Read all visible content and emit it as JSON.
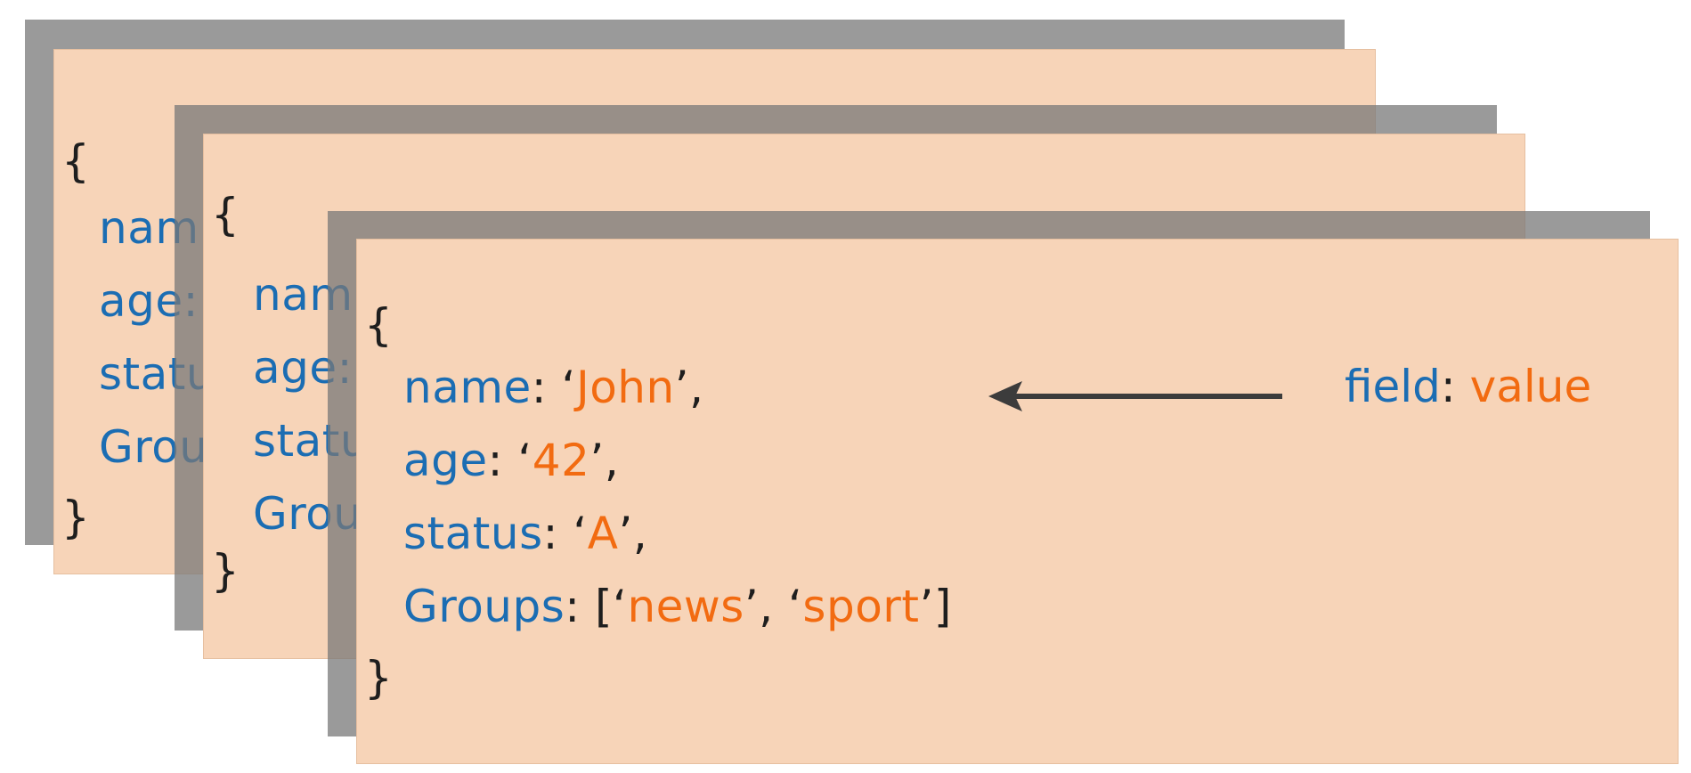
{
  "document": {
    "open_brace": "{",
    "close_brace": "}",
    "fields": [
      {
        "key": "name",
        "value": "John"
      },
      {
        "key": "age",
        "value": "42"
      },
      {
        "key": "status",
        "value": "A"
      },
      {
        "key": "Groups",
        "values": [
          "news",
          "sport"
        ]
      }
    ]
  },
  "back_cards": {
    "card1_lines": [
      "nam",
      "age:",
      "statu",
      "Grou"
    ],
    "card2_lines": [
      "nam",
      "age:",
      "statu",
      "Grou"
    ]
  },
  "legend": {
    "field": "field",
    "colon": ":",
    "value": "value"
  },
  "colors": {
    "key": "#1b6db3",
    "value": "#f26b11",
    "card": "#f7d4b8",
    "shadow": "#7a7a7a"
  }
}
